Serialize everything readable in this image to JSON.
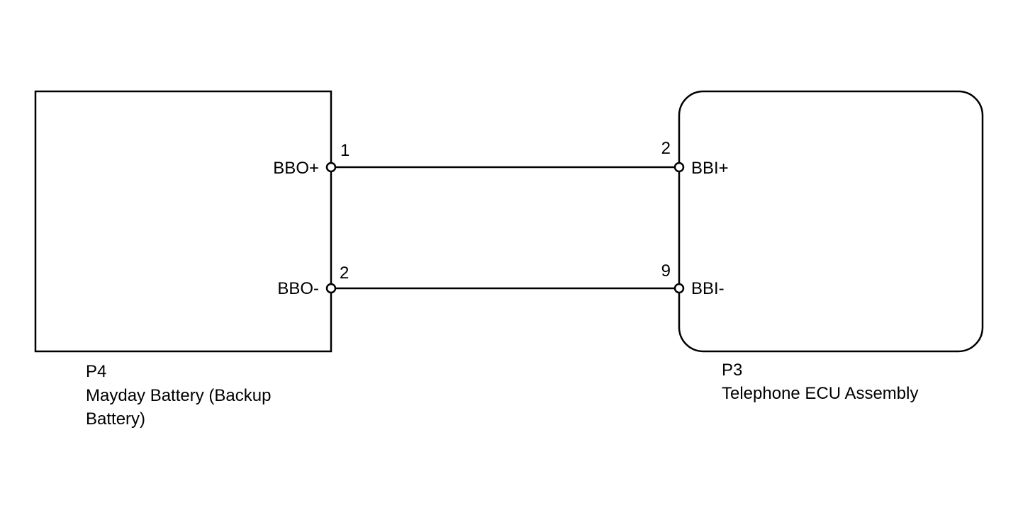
{
  "components": {
    "left": {
      "code": "P4",
      "name_line1": "Mayday Battery (Backup",
      "name_line2": "Battery)"
    },
    "right": {
      "code": "P3",
      "name_line1": "Telephone ECU Assembly"
    }
  },
  "wires": [
    {
      "left_signal": "BBO+",
      "left_pin": "1",
      "right_pin": "2",
      "right_signal": "BBI+"
    },
    {
      "left_signal": "BBO-",
      "left_pin": "2",
      "right_pin": "9",
      "right_signal": "BBI-"
    }
  ],
  "colors": {
    "line": "#000000",
    "background": "#ffffff",
    "terminal_fill": "#ffffff"
  }
}
